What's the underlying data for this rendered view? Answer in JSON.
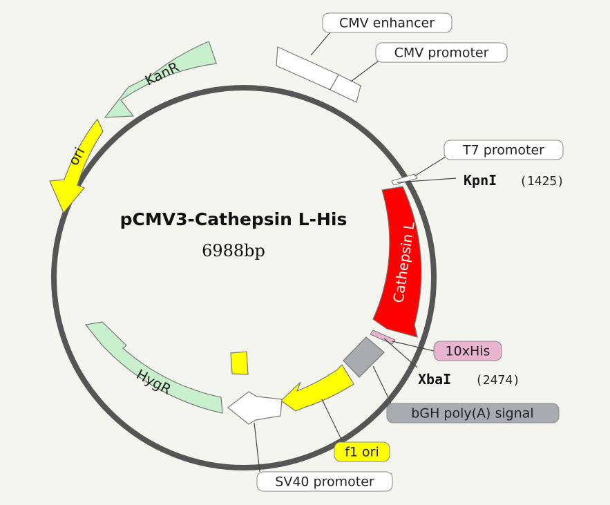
{
  "plasmid": {
    "name": "pCMV3-Cathepsin L-His",
    "size": "6988bp"
  },
  "features": [
    {
      "id": "kanr",
      "label": "KanR",
      "fill": "#c8f0cc"
    },
    {
      "id": "ori",
      "label": "ori",
      "fill": "#ffff00"
    },
    {
      "id": "cathepsin",
      "label": "Cathepsin L",
      "fill": "#ff0000"
    },
    {
      "id": "hygr",
      "label": "HygR",
      "fill": "#c8f0cc"
    },
    {
      "id": "cmv-enhancer",
      "label": "CMV enhancer",
      "fill": "#ffffff"
    },
    {
      "id": "cmv-promoter",
      "label": "CMV promoter",
      "fill": "#ffffff"
    },
    {
      "id": "bgh",
      "label": "bGH poly(A) signal",
      "fill": "#a8acb0"
    },
    {
      "id": "f1ori",
      "label": "f1 ori",
      "fill": "#ffff00"
    },
    {
      "id": "sv40",
      "label": "SV40 promoter",
      "fill": "#ffffff"
    },
    {
      "id": "his",
      "label": "10xHis",
      "fill": "#e8b4d0"
    },
    {
      "id": "t7",
      "label": "T7 promoter",
      "fill": "#ffffff"
    }
  ],
  "sites": [
    {
      "name": "KpnI",
      "position": "(1425)"
    },
    {
      "name": "XbaI",
      "position": "(2474)"
    }
  ],
  "colors": {
    "backbone": "#555555",
    "outline": "#666666",
    "background": "#f5f5f0"
  }
}
